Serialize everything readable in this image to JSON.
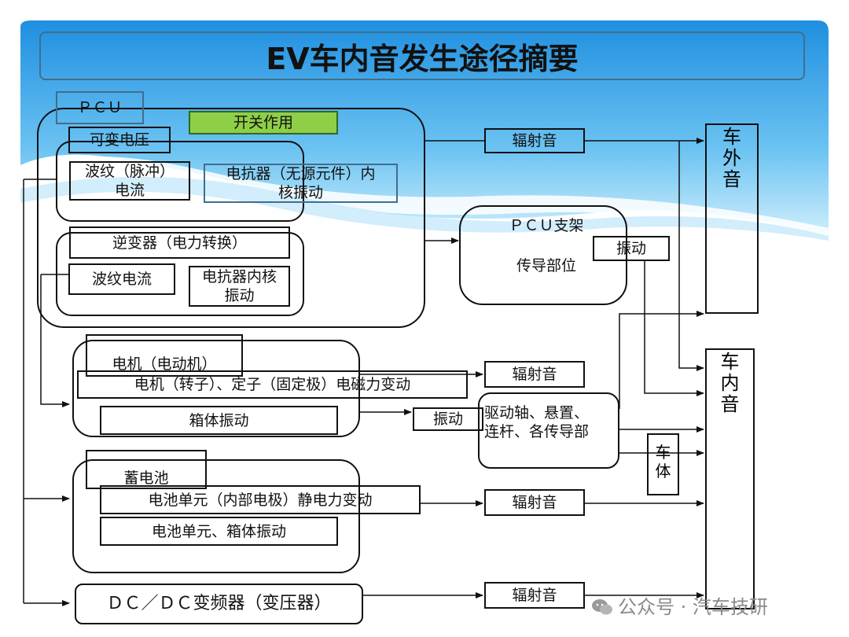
{
  "title": "EV车内音发生途径摘要",
  "pcu": {
    "group_label": "ＰＣＵ",
    "switch": "开关作用",
    "variable_voltage": "可变电压",
    "ripple_pulse_current": "波纹（脉冲）\n电流",
    "reactor_passive": "电抗器（无源元件）内\n核振动",
    "inverter": "逆变器（电力转换）",
    "ripple_current": "波纹电流",
    "reactor_core": "电抗器内核\n振动"
  },
  "bracket": {
    "title": "ＰＣＵ支架",
    "subtitle": "传导部位",
    "vibration": "振动"
  },
  "radiation_label": "辐射音",
  "exterior": "车\n外\n音",
  "interior": "车\n内\n音",
  "motor": {
    "title": "电机（电动机）",
    "em_force": "电机（转子）、定子（固定极）电磁力变动",
    "case_vibration": "箱体振动",
    "vibration": "振动"
  },
  "drive": "驱动轴、悬置、\n连杆、各传导部",
  "body": "车\n体",
  "battery": {
    "title": "蓄电池",
    "cell_force": "电池单元（内部电极）静电力变动",
    "cell_case": "电池单元、箱体振动"
  },
  "dcdc": "ＤＣ／ＤＣ变频器（变压器）",
  "watermark": "公众号 · 汽车技研",
  "colors": {
    "switch_fill": "#8fcf48",
    "banner_blue": "#3ea4e6",
    "title_border": "#3f6f8e"
  }
}
